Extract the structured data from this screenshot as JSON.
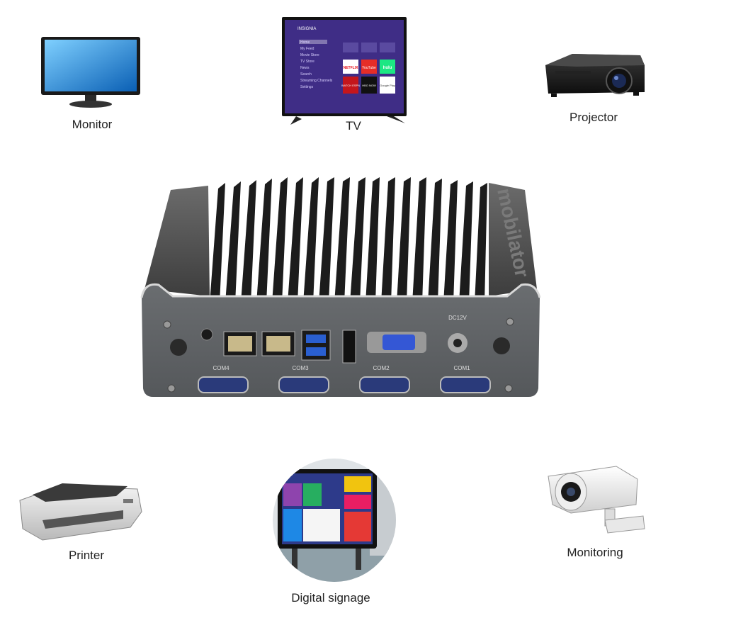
{
  "labels": {
    "monitor": "Monitor",
    "tv": "TV",
    "projector": "Projector",
    "printer": "Printer",
    "signage": "Digital signage",
    "monitoring": "Monitoring"
  },
  "tv_screen": {
    "brand": "INSIGNIA",
    "menu": [
      "Home",
      "My Feed",
      "Movie Store",
      "TV Store",
      "News",
      "Search",
      "Streaming Channels",
      "Settings"
    ],
    "apps": [
      "NETFLIX",
      "YouTube",
      "hulu",
      "WATCH ESPN",
      "HBO NOW",
      "Google Play"
    ]
  },
  "mini_pc": {
    "brand": "mobilator",
    "ports": [
      "COM4",
      "COM3",
      "COM2",
      "COM1",
      "DC12V"
    ]
  }
}
